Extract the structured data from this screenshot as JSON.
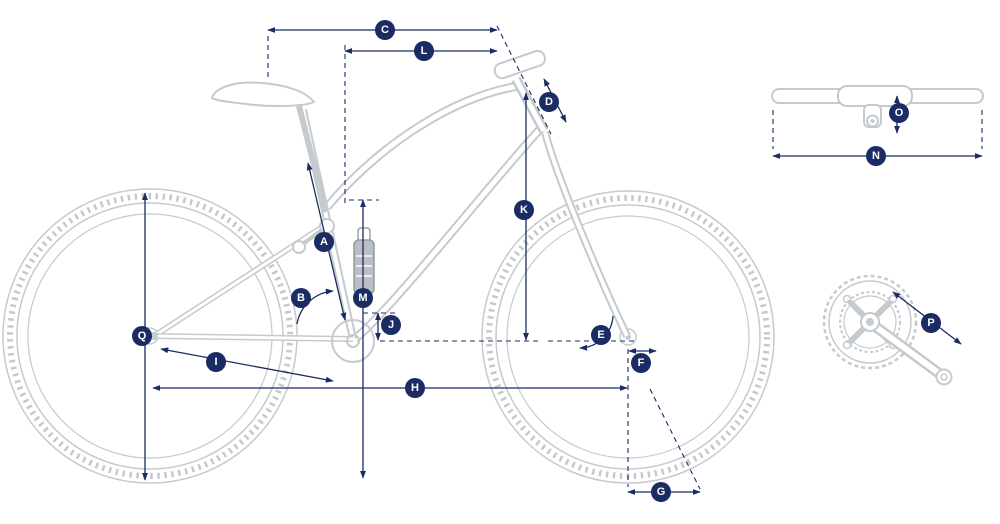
{
  "colors": {
    "accent_navy": "#1B2B63",
    "artwork_gray": "#C5CACF",
    "background": "#FFFFFF"
  },
  "diagram": {
    "type": "bicycle-geometry-diagram",
    "views": [
      "bike-side-view",
      "handlebar-front-view",
      "crankset-view"
    ],
    "labels": {
      "A": "A",
      "B": "B",
      "C": "C",
      "D": "D",
      "E": "E",
      "F": "F",
      "G": "G",
      "H": "H",
      "I": "I",
      "J": "J",
      "K": "K",
      "L": "L",
      "M": "M",
      "N": "N",
      "O": "O",
      "P": "P",
      "Q": "Q"
    }
  }
}
